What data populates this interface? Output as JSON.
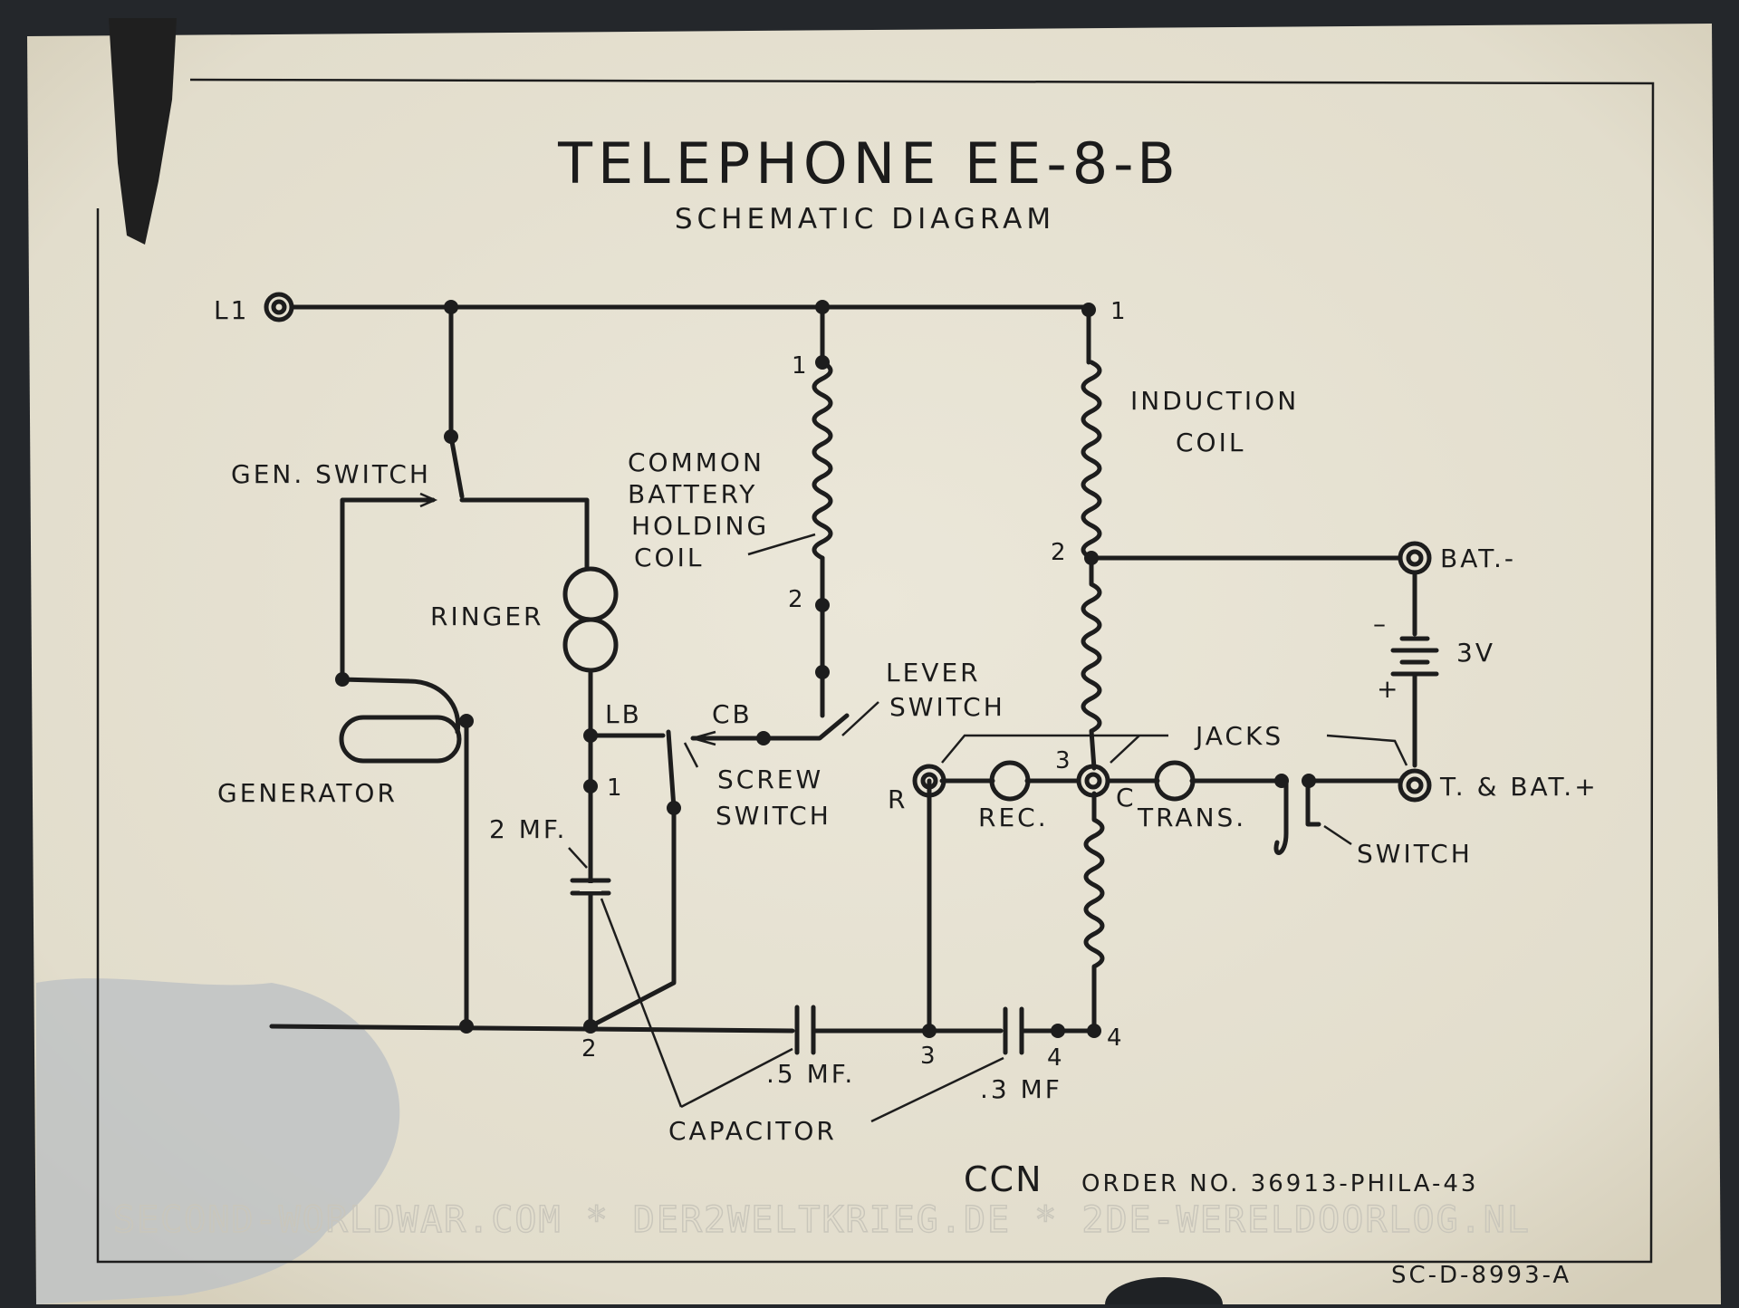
{
  "title": "TELEPHONE EE-8-B",
  "subtitle": "SCHEMATIC DIAGRAM",
  "labels": {
    "l1": "L1",
    "gen_switch": "GEN. SWITCH",
    "ringer": "RINGER",
    "generator": "GENERATOR",
    "common_battery_1": "COMMON",
    "common_battery_2": "BATTERY",
    "common_battery_3": "HOLDING",
    "common_battery_4": "COIL",
    "induction_1": "INDUCTION",
    "induction_2": "COIL",
    "bat_minus": "BAT.-",
    "voltage": "3V",
    "minus_sign": "–",
    "plus_sign": "+",
    "t_bat_plus": "T. & BAT.+",
    "lever_switch_1": "LEVER",
    "lever_switch_2": "SWITCH",
    "jacks": "JACKS",
    "lb": "LB",
    "cb": "CB",
    "screw_switch_1": "SCREW",
    "screw_switch_2": "SWITCH",
    "two_mf": "2 MF.",
    "r": "R",
    "rec": "REC.",
    "c": "C",
    "trans": "TRANS.",
    "switch": "SWITCH",
    "half_mf": ".5 MF.",
    "three_mf": ".3 MF",
    "capacitor": "CAPACITOR"
  },
  "terminals": {
    "t1_top": "1",
    "cb_coil_1": "1",
    "cb_coil_2": "2",
    "ind_2": "2",
    "ind_3": "3",
    "ind_4": "4",
    "lb_1": "1",
    "bottom_2": "2",
    "bottom_3": "3",
    "bottom_4": "4"
  },
  "footer": {
    "ccn": "CCN",
    "order": "ORDER NO. 36913-PHILA-43",
    "drawing_no": "SC-D-8993-A",
    "watermark": "SECOND-WORLDWAR.COM * DER2WELTKRIEG.DE * 2DE-WERELDOORLOG.NL"
  },
  "colors": {
    "paper": "#e8e4d6",
    "ink": "#1d1d1d",
    "background": "#24272b"
  }
}
